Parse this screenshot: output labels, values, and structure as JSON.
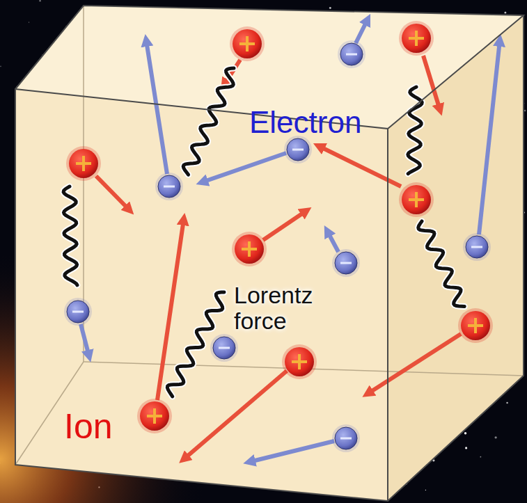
{
  "diagram": {
    "labels": [
      "Electron",
      "Lorentz force",
      "Ion"
    ]
  }
}
